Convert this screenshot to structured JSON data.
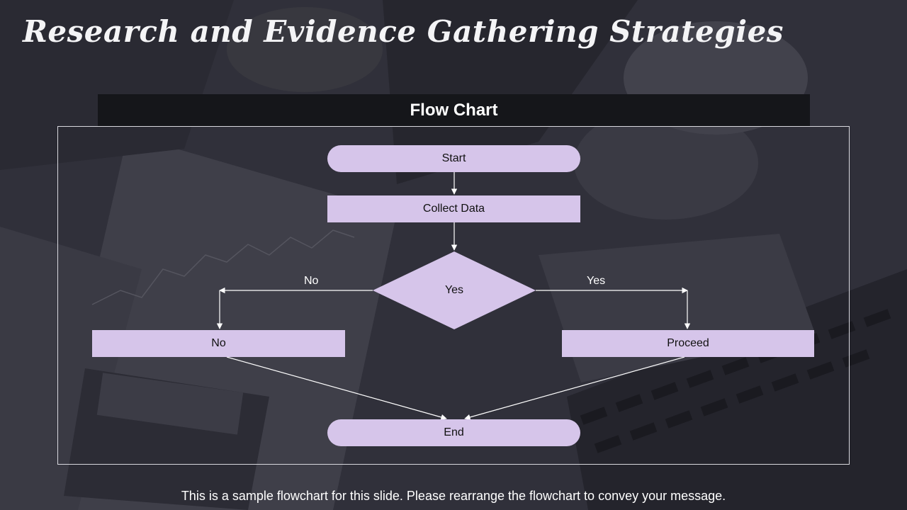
{
  "slide": {
    "title": "Research and Evidence Gathering Strategies",
    "header": "Flow Chart",
    "footer": "This is a sample flowchart for this slide. Please rearrange the flowchart to convey your message."
  },
  "flowchart": {
    "start": "Start",
    "collect": "Collect Data",
    "decision": "Yes",
    "branch_left_label": "No",
    "branch_right_label": "Yes",
    "left_box": "No",
    "right_box": "Proceed",
    "end": "End"
  },
  "colors": {
    "node_fill": "#d6c5ea",
    "header_bar": "#15161a",
    "connector": "#ffffff"
  }
}
